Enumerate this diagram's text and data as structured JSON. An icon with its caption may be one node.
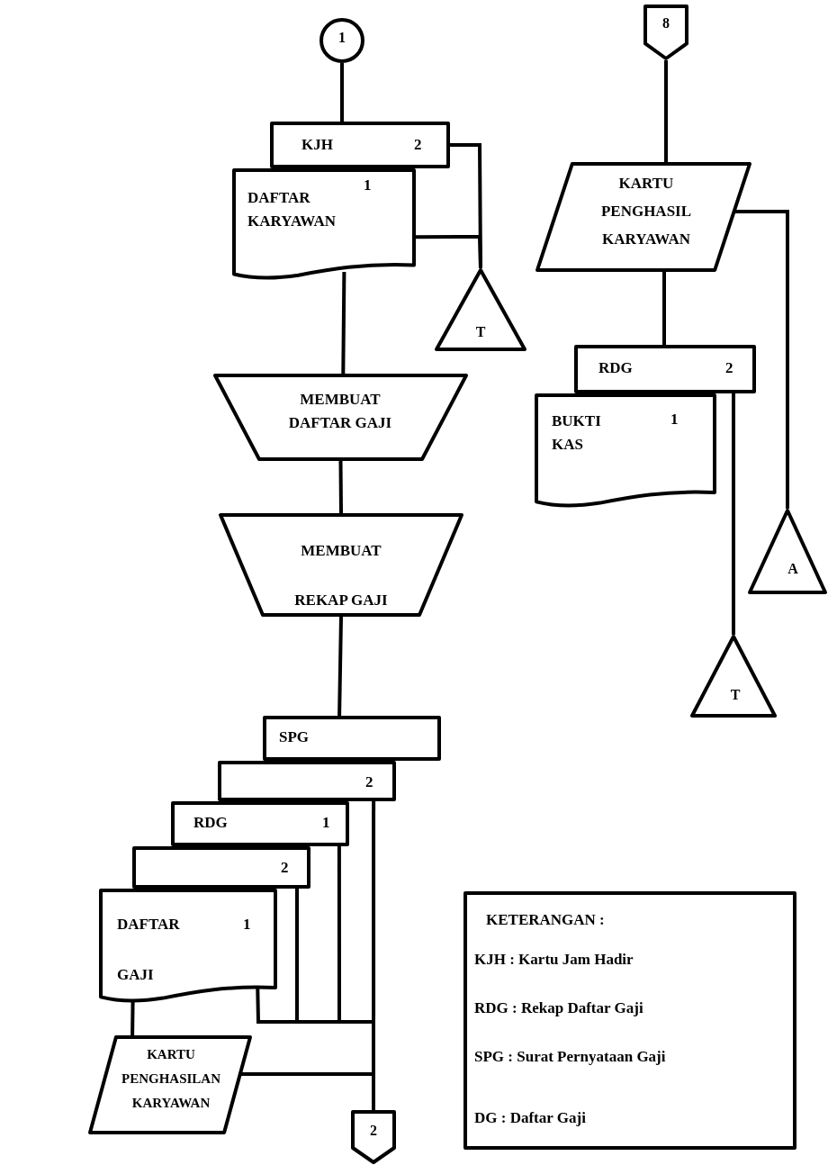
{
  "diagram": {
    "nodes": [
      {
        "text": [
          "1"
        ]
      },
      {
        "text": [
          "KJH",
          "2"
        ]
      },
      {
        "text": [
          "DAFTAR KARYAWAN",
          "1"
        ]
      },
      {
        "text": [
          "T"
        ]
      },
      {
        "text": [
          "MEMBUAT DAFTAR GAJI"
        ]
      },
      {
        "text": [
          "MEMBUAT REKAP GAJI"
        ]
      },
      {
        "text": [
          "SPG"
        ]
      },
      {
        "text": [
          "2"
        ]
      },
      {
        "text": [
          "RDG",
          "1"
        ]
      },
      {
        "text": [
          "2"
        ]
      },
      {
        "text": [
          "DAFTAR GAJI",
          "1"
        ]
      },
      {
        "text": [
          "KARTU PENGHASILAN KARYAWAN"
        ]
      },
      {
        "text": [
          "2"
        ]
      },
      {
        "text": [
          "8"
        ]
      },
      {
        "text": [
          "KARTU PENGHASIL KARYAWAN"
        ]
      },
      {
        "text": [
          "RDG",
          "2"
        ]
      },
      {
        "text": [
          "BUKTI KAS",
          "1"
        ]
      },
      {
        "text": [
          "A"
        ]
      },
      {
        "text": [
          "T"
        ]
      },
      {
        "text": [
          "KETERANGAN :",
          "KJH : Kartu Jam Hadir",
          "RDG : Rekap Daftar Gaji",
          "SPG : Surat Pernyataan Gaji",
          "DG : Daftar Gaji"
        ]
      }
    ],
    "edges": [
      {
        "from": 0,
        "to": 1,
        "arrow": "none"
      },
      {
        "from": 1,
        "to": 3,
        "arrow": "none"
      },
      {
        "from": 2,
        "to": 3,
        "arrow": "none"
      },
      {
        "from": 2,
        "to": 4,
        "arrow": "none"
      },
      {
        "from": 4,
        "to": 5,
        "arrow": "none"
      },
      {
        "from": 5,
        "to": 6,
        "arrow": "none"
      },
      {
        "from": 10,
        "to": 11,
        "arrow": "none"
      },
      {
        "from": 10,
        "to": 12,
        "arrow": "none"
      },
      {
        "from": 9,
        "to": 12,
        "arrow": "none"
      },
      {
        "from": 8,
        "to": 12,
        "arrow": "none"
      },
      {
        "from": 7,
        "to": 12,
        "arrow": "none"
      },
      {
        "from": 11,
        "to": 12,
        "arrow": "none"
      },
      {
        "from": 13,
        "to": 14,
        "arrow": "none"
      },
      {
        "from": 14,
        "to": 17,
        "arrow": "none"
      },
      {
        "from": 14,
        "to": 15,
        "arrow": "none"
      },
      {
        "from": 15,
        "to": 18,
        "arrow": "none"
      }
    ]
  }
}
